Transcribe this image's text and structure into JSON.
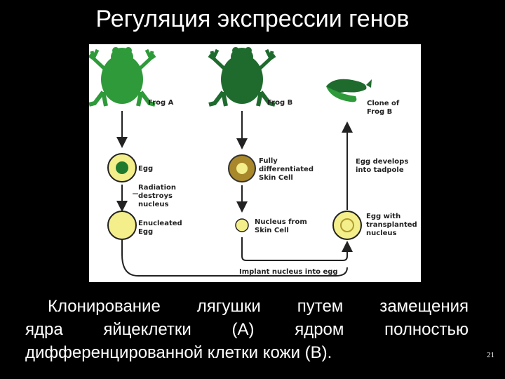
{
  "title": "Регуляция экспрессии генов",
  "figure": {
    "frog_a_label": "Frog A",
    "frog_b_label": "Frog B",
    "clone_label_1": "Clone of",
    "clone_label_2": "Frog B",
    "egg_label": "Egg",
    "radiation_label_1": "Radiation",
    "radiation_label_2": "destroys",
    "radiation_label_3": "nucleus",
    "enucleated_label_1": "Enucleated",
    "enucleated_label_2": "Egg",
    "skin_cell_label_1": "Fully",
    "skin_cell_label_2": "differentiated",
    "skin_cell_label_3": "Skin Cell",
    "nucleus_label_1": "Nucleus from",
    "nucleus_label_2": "Skin Cell",
    "tadpole_label_1": "Egg develops",
    "tadpole_label_2": "into tadpole",
    "transplanted_label_1": "Egg with",
    "transplanted_label_2": "transplanted",
    "transplanted_label_3": "nucleus",
    "implant_label": "Implant nucleus into egg"
  },
  "caption": {
    "line1": "Клонирование лягушки путем замещения",
    "line2": "ядра яйцеклетки (А) ядром полностью",
    "line3": "дифференцированной клетки кожи (В)."
  },
  "page_number": "21",
  "colors": {
    "frog_a": "#2e9a3a",
    "frog_b": "#1f6b2e",
    "egg_fill": "#f4ef8a",
    "skin_cell": "#a8882a"
  }
}
